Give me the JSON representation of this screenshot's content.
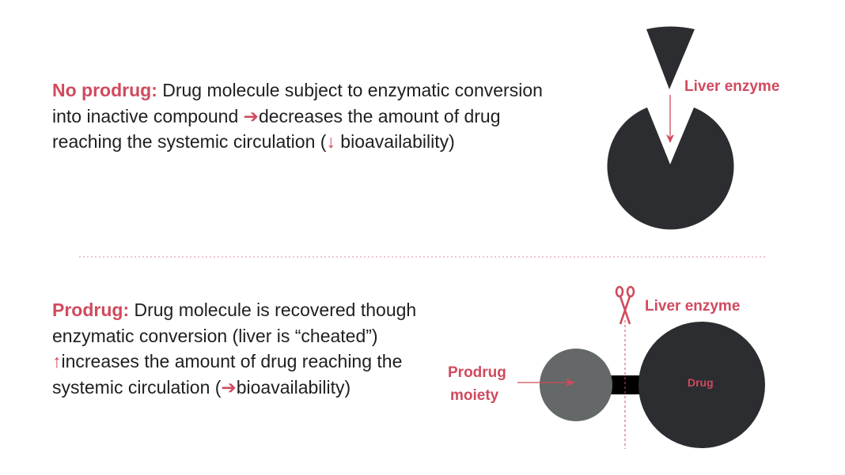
{
  "no_prodrug": {
    "heading": "No prodrug:",
    "text_1": " Drug molecule subject to enzymatic conversion into inactive compound ",
    "arrow_1": "➔",
    "text_2": "decreases the amount of drug reaching the systemic circulation (",
    "arrow_2": "↓",
    "text_3": " bioavailability)",
    "enzyme_label": "Liver enzyme"
  },
  "prodrug": {
    "heading": "Prodrug:",
    "text_1": " Drug molecule is recovered though enzymatic conversion (liver is “cheated”) ",
    "arrow_1": "↑",
    "text_2": "increases the amount of drug reaching the systemic circulation (",
    "arrow_2": "➔",
    "text_3": "bioavailability)",
    "enzyme_label": "Liver enzyme",
    "moiety_label_1": "Prodrug",
    "moiety_label_2": "moiety",
    "drug_label": "Drug"
  },
  "colors": {
    "accent": "#d04a5e",
    "dark": "#2b2d30",
    "moiety": "#646868"
  }
}
